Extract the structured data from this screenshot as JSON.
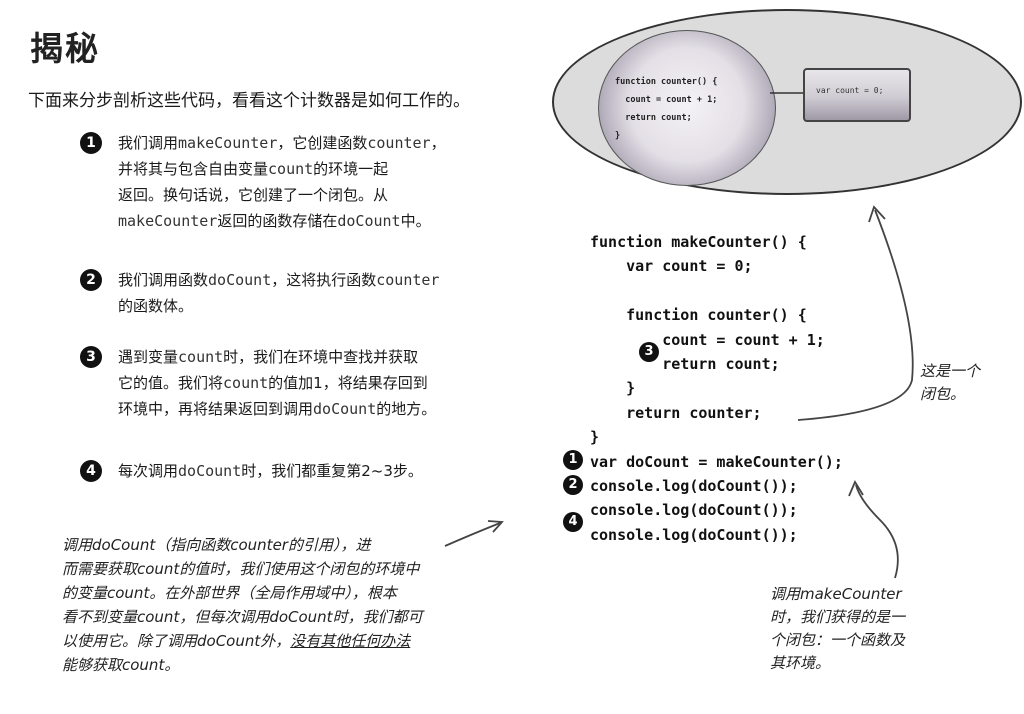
{
  "title": "揭秘",
  "intro": "下面来分步剖析这些代码，看看这个计数器是如何工作的。",
  "steps": [
    {
      "num": "1",
      "lines": [
        [
          {
            "t": "我们调用"
          },
          {
            "t": "makeCounter",
            "m": true
          },
          {
            "t": "，它创建函数"
          },
          {
            "t": "counter",
            "m": true
          },
          {
            "t": "，"
          }
        ],
        [
          {
            "t": "并将其与包含自由变量"
          },
          {
            "t": "count",
            "m": true
          },
          {
            "t": "的环境一起"
          }
        ],
        [
          {
            "t": "返回。换句话说，它创建了一个闭包。从"
          }
        ],
        [
          {
            "t": "makeCounter",
            "m": true
          },
          {
            "t": "返回的函数存储在"
          },
          {
            "t": "doCount",
            "m": true
          },
          {
            "t": "中。"
          }
        ]
      ]
    },
    {
      "num": "2",
      "lines": [
        [
          {
            "t": "我们调用函数"
          },
          {
            "t": "doCount",
            "m": true
          },
          {
            "t": "，这将执行函数"
          },
          {
            "t": "counter",
            "m": true
          }
        ],
        [
          {
            "t": "的函数体。"
          }
        ]
      ]
    },
    {
      "num": "3",
      "lines": [
        [
          {
            "t": "遇到变量"
          },
          {
            "t": "count",
            "m": true
          },
          {
            "t": "时，我们在环境中查找并获取"
          }
        ],
        [
          {
            "t": "它的值。我们将"
          },
          {
            "t": "count",
            "m": true
          },
          {
            "t": "的值加1，将结果存回到"
          }
        ],
        [
          {
            "t": "环境中，再将结果返回到调用"
          },
          {
            "t": "doCount",
            "m": true
          },
          {
            "t": "的地方。"
          }
        ]
      ]
    },
    {
      "num": "4",
      "lines": [
        [
          {
            "t": "每次调用"
          },
          {
            "t": "doCount",
            "m": true
          },
          {
            "t": "时，我们都重复第2~3步。"
          }
        ]
      ]
    }
  ],
  "note": {
    "lines": [
      "调用doCount（指向函数counter的引用），进",
      "而需要获取count的值时，我们使用这个闭包的环境中",
      "的变量count。在外部世界（全局作用域中），根本",
      "看不到变量count，但每次调用doCount时，我们都可",
      "以使用它。除了调用doCount外，"
    ],
    "underlined": "没有其他任何办法",
    "last": "能够获取count。"
  },
  "code_lines": [
    "function makeCounter() {",
    "    var count = 0;",
    "",
    "    function counter() {",
    "        count = count + 1;",
    "        return count;",
    "    }",
    "    return counter;",
    "}",
    "var doCount = makeCounter();",
    "console.log(doCount());",
    "console.log(doCount());",
    "console.log(doCount());"
  ],
  "code_badges": {
    "inner": "3",
    "line10": "1",
    "line11": "2",
    "line12": "4"
  },
  "closure_note": [
    "这是一个",
    "闭包。"
  ],
  "make_note": [
    "调用makeCounter",
    "时，我们获得的是一",
    "个闭包：一个函数及",
    "其环境。"
  ],
  "diagram": {
    "function_code": [
      "function counter() {",
      "  count = count + 1;",
      "  return count;",
      "}"
    ],
    "env_text": "var count = 0;"
  }
}
